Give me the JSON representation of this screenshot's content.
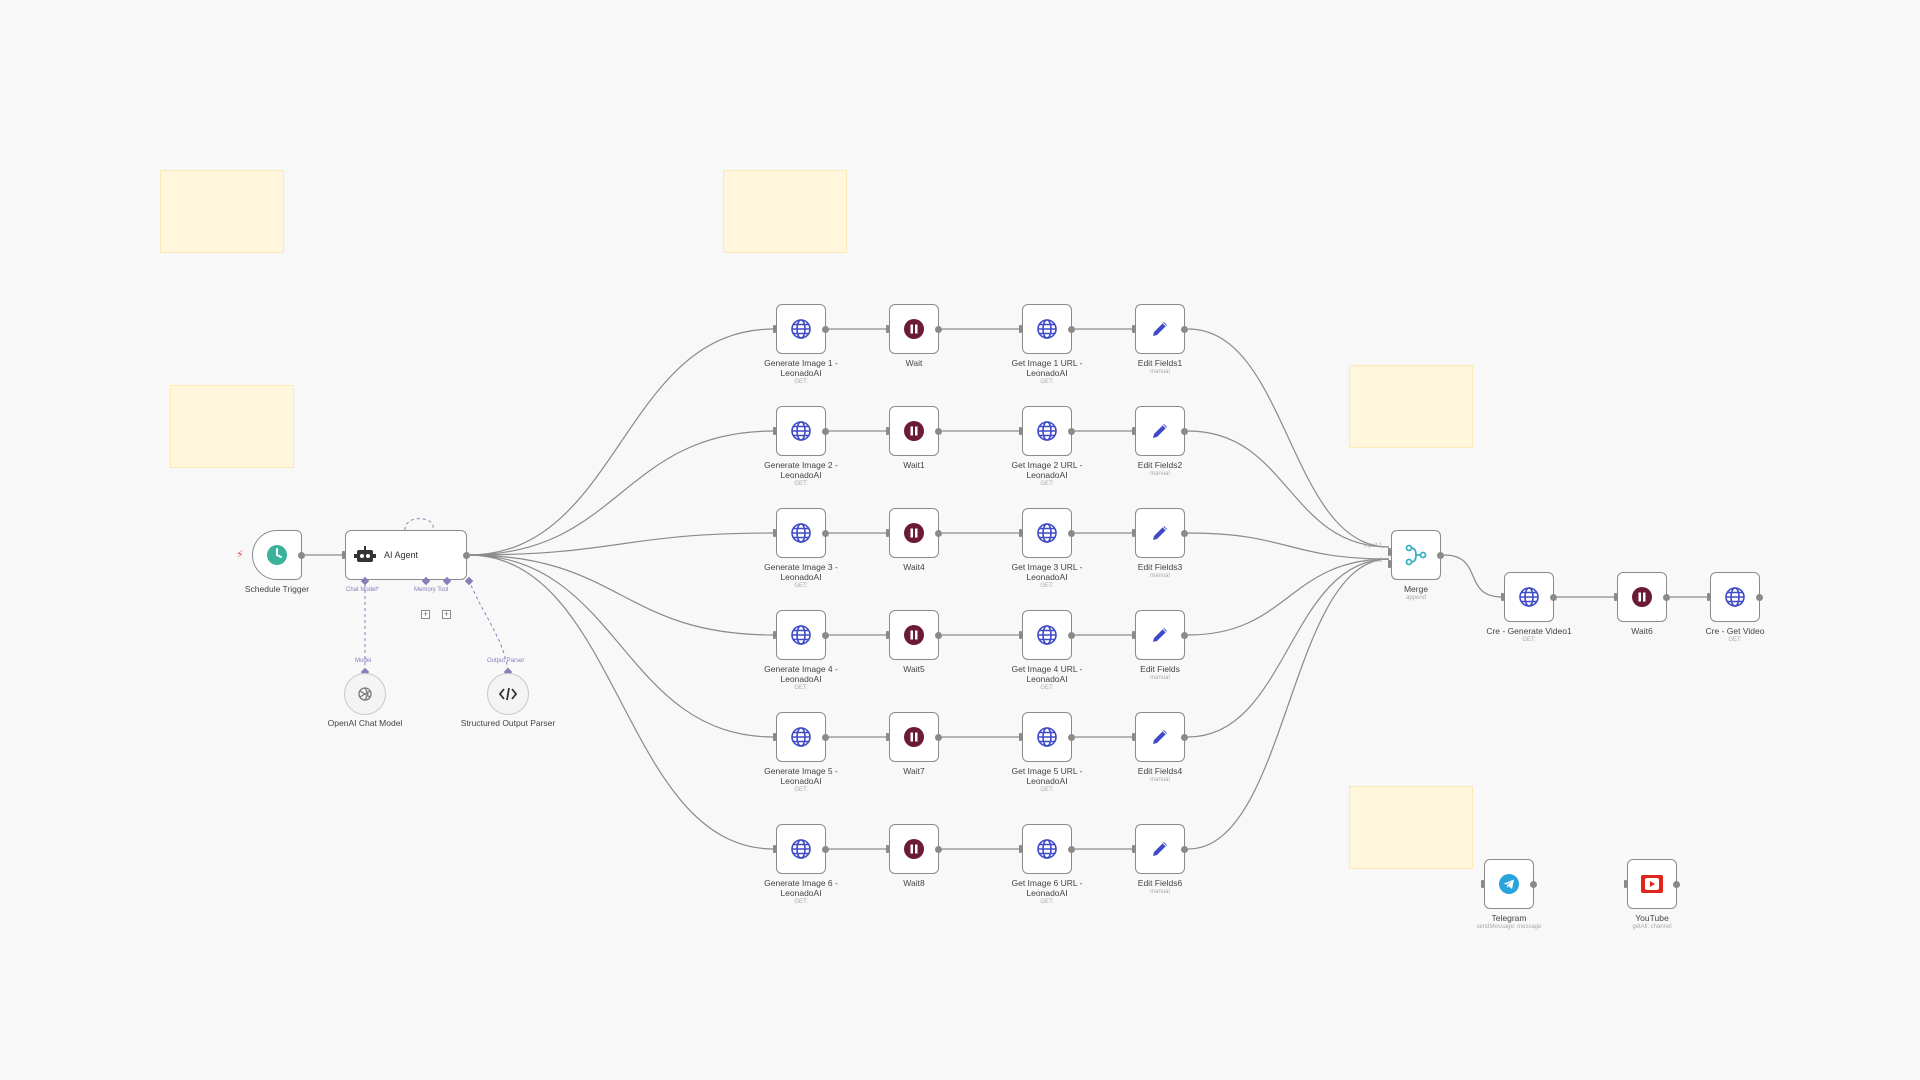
{
  "colors": {
    "edge": "#8a8a8a",
    "globe": "#3f4bc6",
    "wait": "#6b1c34",
    "pencil": "#3f4bc6",
    "trigger": "#3bb39a",
    "sticky": "#fff6dc",
    "aiPort": "#8a7db8"
  },
  "trigger": {
    "label": "Schedule Trigger",
    "icon": "clock-icon"
  },
  "agent": {
    "title": "AI Agent",
    "icon": "robot-icon",
    "ports": {
      "chat_model": "Chat Model*",
      "memory_tool": "Memory Tool",
      "output_parser": "Output Parser",
      "model": "Model"
    }
  },
  "openai": {
    "label": "OpenAI Chat Model",
    "icon": "openai-icon"
  },
  "parser": {
    "label": "Structured Output Parser",
    "icon": "code-icon"
  },
  "rows": [
    {
      "gen": "Generate Image 1 - LeonadoAI",
      "gen_sub": "GET:",
      "wait": "Wait",
      "get": "Get Image 1 URL - LeonadoAI",
      "get_sub": "GET:",
      "edit": "Edit Fields1",
      "edit_sub": "manual"
    },
    {
      "gen": "Generate Image 2 - LeonadoAI",
      "gen_sub": "GET:",
      "wait": "Wait1",
      "get": "Get Image 2 URL - LeonadoAI",
      "get_sub": "GET:",
      "edit": "Edit Fields2",
      "edit_sub": "manual"
    },
    {
      "gen": "Generate Image 3 - LeonadoAI",
      "gen_sub": "GET:",
      "wait": "Wait4",
      "get": "Get Image 3 URL - LeonadoAI",
      "get_sub": "GET:",
      "edit": "Edit Fields3",
      "edit_sub": "manual"
    },
    {
      "gen": "Generate Image 4 - LeonadoAI",
      "gen_sub": "GET:",
      "wait": "Wait5",
      "get": "Get Image 4 URL - LeonadoAI",
      "get_sub": "GET:",
      "edit": "Edit Fields",
      "edit_sub": "manual"
    },
    {
      "gen": "Generate Image 5 - LeonadoAI",
      "gen_sub": "GET:",
      "wait": "Wait7",
      "get": "Get Image 5 URL - LeonadoAI",
      "get_sub": "GET:",
      "edit": "Edit Fields4",
      "edit_sub": "manual"
    },
    {
      "gen": "Generate Image 6 - LeonadoAI",
      "gen_sub": "GET:",
      "wait": "Wait8",
      "get": "Get Image 6 URL - LeonadoAI",
      "get_sub": "GET:",
      "edit": "Edit Fields6",
      "edit_sub": "manual"
    }
  ],
  "merge": {
    "label": "Merge",
    "sub": "append",
    "icon": "merge-icon",
    "input1": "Input 1",
    "input2": "Input 2"
  },
  "video": {
    "generate": {
      "label": "Cre - Generate Video1",
      "sub": "GET:"
    },
    "wait": {
      "label": "Wait6"
    },
    "get": {
      "label": "Cre - Get Video",
      "sub": "GET:"
    }
  },
  "telegram": {
    "label": "Telegram",
    "sub": "sendMessage: message",
    "icon": "telegram-icon"
  },
  "youtube": {
    "label": "YouTube",
    "sub": "getAll: channel",
    "icon": "youtube-icon"
  },
  "stickies": 5
}
